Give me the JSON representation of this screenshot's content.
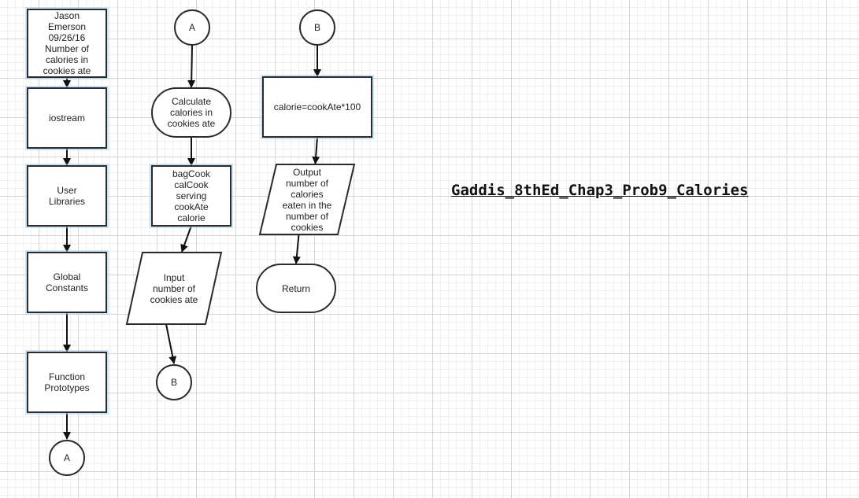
{
  "diagram": {
    "title": "Gaddis_8thEd_Chap3_Prob9_Calories",
    "nodes": [
      {
        "id": "header",
        "kind": "process",
        "label": "Jason\nEmerson\n09/26/16\nNumber of\ncalories in\ncookies ate"
      },
      {
        "id": "iostream",
        "kind": "process",
        "label": "iostream"
      },
      {
        "id": "user-libraries",
        "kind": "process",
        "label": "User\nLibraries"
      },
      {
        "id": "global-constants",
        "kind": "process",
        "label": "Global\nConstants"
      },
      {
        "id": "function-prototypes",
        "kind": "process",
        "label": "Function\nPrototypes"
      },
      {
        "id": "connector-a-1",
        "kind": "connector",
        "label": "A"
      },
      {
        "id": "connector-a-2",
        "kind": "connector",
        "label": "A"
      },
      {
        "id": "calculate-calories",
        "kind": "terminal",
        "label": "Calculate\ncalories in\ncookies ate"
      },
      {
        "id": "variables",
        "kind": "process",
        "label": "bagCook\ncalCook\nserving\ncookAte\ncalorie"
      },
      {
        "id": "input-cookies",
        "kind": "io",
        "label": "Input\nnumber of\ncookies ate"
      },
      {
        "id": "connector-b-1",
        "kind": "connector",
        "label": "B"
      },
      {
        "id": "connector-b-2",
        "kind": "connector",
        "label": "B"
      },
      {
        "id": "compute-calorie",
        "kind": "process",
        "label": "calorie=cookAte*100"
      },
      {
        "id": "output-calories",
        "kind": "io",
        "label": "Output\nnumber of\ncalories\neaten in the\nnumber of\ncookies"
      },
      {
        "id": "return",
        "kind": "terminal",
        "label": "Return"
      }
    ],
    "edges": [
      {
        "from": "header",
        "to": "iostream"
      },
      {
        "from": "iostream",
        "to": "user-libraries"
      },
      {
        "from": "user-libraries",
        "to": "global-constants"
      },
      {
        "from": "global-constants",
        "to": "function-prototypes"
      },
      {
        "from": "function-prototypes",
        "to": "connector-a-1"
      },
      {
        "from": "connector-a-2",
        "to": "calculate-calories"
      },
      {
        "from": "calculate-calories",
        "to": "variables"
      },
      {
        "from": "variables",
        "to": "input-cookies"
      },
      {
        "from": "input-cookies",
        "to": "connector-b-1"
      },
      {
        "from": "connector-b-2",
        "to": "compute-calorie"
      },
      {
        "from": "compute-calorie",
        "to": "output-calories"
      },
      {
        "from": "output-calories",
        "to": "return"
      }
    ]
  }
}
